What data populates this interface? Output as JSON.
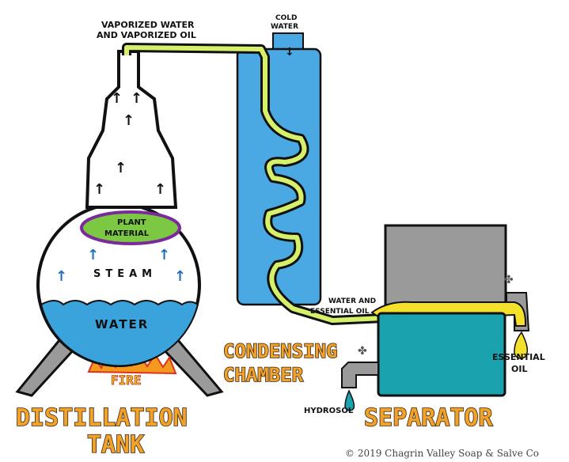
{
  "labels": {
    "vapor_line1": "VAPORIZED WATER",
    "vapor_line2": "AND VAPORIZED  OIL",
    "cold_line1": "COLD",
    "cold_line2": "WATER",
    "plant_line1": "PLANT",
    "plant_line2": "MATERIAL",
    "steam": "STEAM",
    "water": "WATER",
    "fire": "FIRE",
    "mix_line1": "WATER AND",
    "mix_line2": "ESSENTIAL OIL",
    "essential_line1": "ESSENTIAL",
    "essential_line2": "OIL",
    "hydrosol": "HYDROSOL"
  },
  "titles": {
    "distillation": "DISTILLATION",
    "tank": "TANK",
    "condensing": "CONDENSING",
    "chamber": "CHAMBER",
    "separator": "SEPARATOR"
  },
  "copyright": "© 2019 Chagrin Valley Soap & Salve Co",
  "colors": {
    "condenser": "#4aa9e2",
    "water": "#3aa3dc",
    "plant": "#7cc843",
    "oil": "#f5e02a",
    "separator_water": "#1aa3ae",
    "title": "#f0a22a"
  }
}
